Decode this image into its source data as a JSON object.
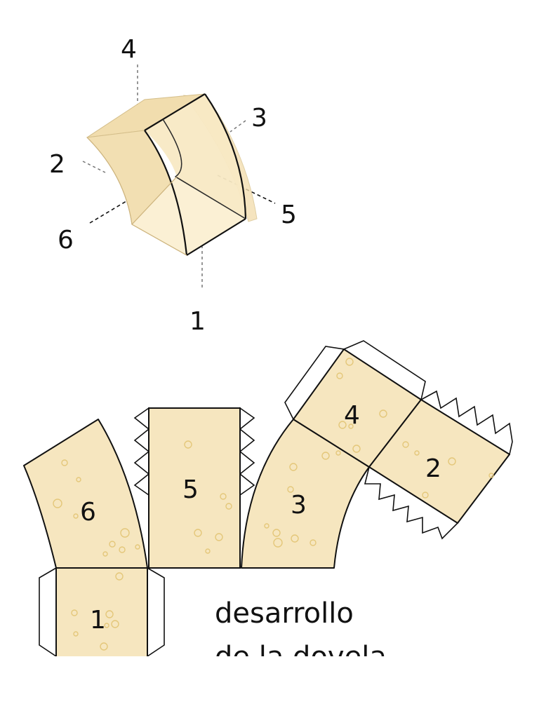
{
  "colors": {
    "face_fill": "#f6e6bf",
    "face_fill_light": "#fbf1d8",
    "outline": "#111111",
    "dot": "#e4c77a",
    "tab_fill": "#ffffff",
    "leader": "#777777"
  },
  "cube_labels": {
    "top": "4",
    "right": "3",
    "left": "2",
    "front_right": "5",
    "front_left": "6",
    "bottom": "1"
  },
  "net_labels": {
    "face1": "1",
    "face2": "2",
    "face3": "3",
    "face4": "4",
    "face5": "5",
    "face6": "6"
  },
  "caption": {
    "line1": "desarrollo",
    "line2": "de la dovela"
  }
}
